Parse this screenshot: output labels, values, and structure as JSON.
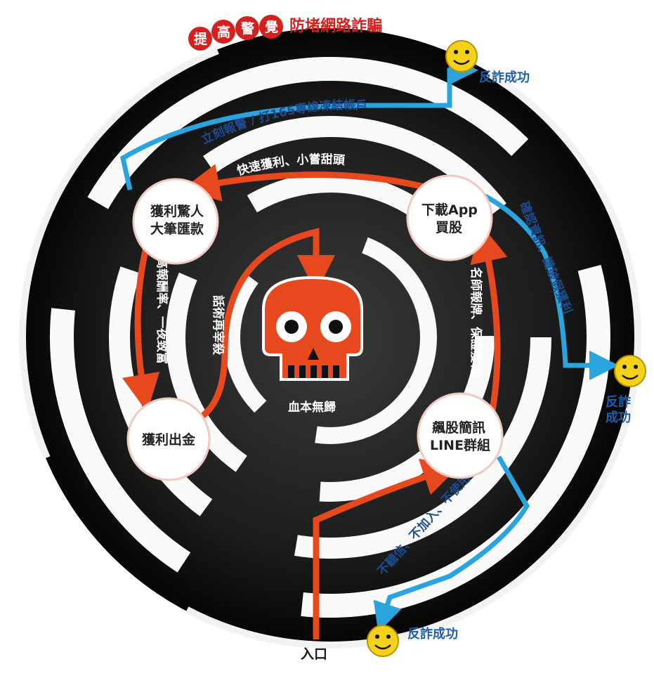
{
  "title": {
    "badges": [
      "提",
      "高",
      "警",
      "覺"
    ],
    "subtitle": "防堵網路詐騙"
  },
  "nodes": {
    "profit_remit": [
      "獲利驚人",
      "大筆匯款"
    ],
    "download_app": [
      "下載App",
      "買股"
    ],
    "cash_out": "獲利出金",
    "line_group": [
      "飆股簡訊",
      "LINE群組"
    ],
    "skull": "血本無歸"
  },
  "paths": {
    "report": "立刻報警 / 打165專線凍結帳戶",
    "quick_profit": "快速獲利、小嘗甜頭",
    "high_return": "高報酬率、一夜致富",
    "rhetoric": "話術再宰殺",
    "famous_teacher": "名師報牌、保證獲利",
    "verify": "確認資訊、識破假獲利",
    "refuse": "不聽信、不加入、不使用"
  },
  "success_labels": {
    "top": "反詐成功",
    "right": [
      "反詐",
      "成功"
    ],
    "bottom": "反詐成功"
  },
  "entry": "入口",
  "icons": [
    "smiley-icon",
    "skull-icon"
  ],
  "colors": {
    "red": "#e8481d",
    "blue": "#2aa4de",
    "maze": "#1a1a1a",
    "smiley": "#f5d21a"
  }
}
